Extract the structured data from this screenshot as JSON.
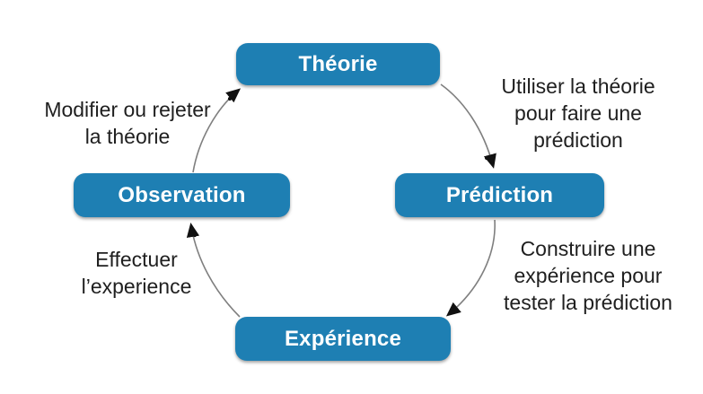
{
  "diagram": {
    "type": "cycle",
    "colors": {
      "background": "#ffffff",
      "node_fill": "#1e7fb3",
      "node_text": "#ffffff",
      "arrow_line": "#7f7f7f",
      "arrow_head": "#111111",
      "annotation_text": "#1f1f1f"
    },
    "nodes": [
      {
        "id": "theorie",
        "label": "Théorie"
      },
      {
        "id": "prediction",
        "label": "Prédiction"
      },
      {
        "id": "experience",
        "label": "Expérience"
      },
      {
        "id": "observation",
        "label": "Observation"
      }
    ],
    "edges": [
      {
        "from": "Théorie",
        "to": "Prédiction",
        "lines": [
          "Utiliser la théorie",
          "pour faire une",
          "prédiction"
        ]
      },
      {
        "from": "Prédiction",
        "to": "Expérience",
        "lines": [
          "Construire une",
          "expérience pour",
          "tester la prédiction"
        ]
      },
      {
        "from": "Expérience",
        "to": "Observation",
        "lines": [
          "Effectuer",
          "l’experience"
        ]
      },
      {
        "from": "Observation",
        "to": "Théorie",
        "lines": [
          "Modifier ou rejeter",
          "la théorie"
        ]
      }
    ]
  }
}
